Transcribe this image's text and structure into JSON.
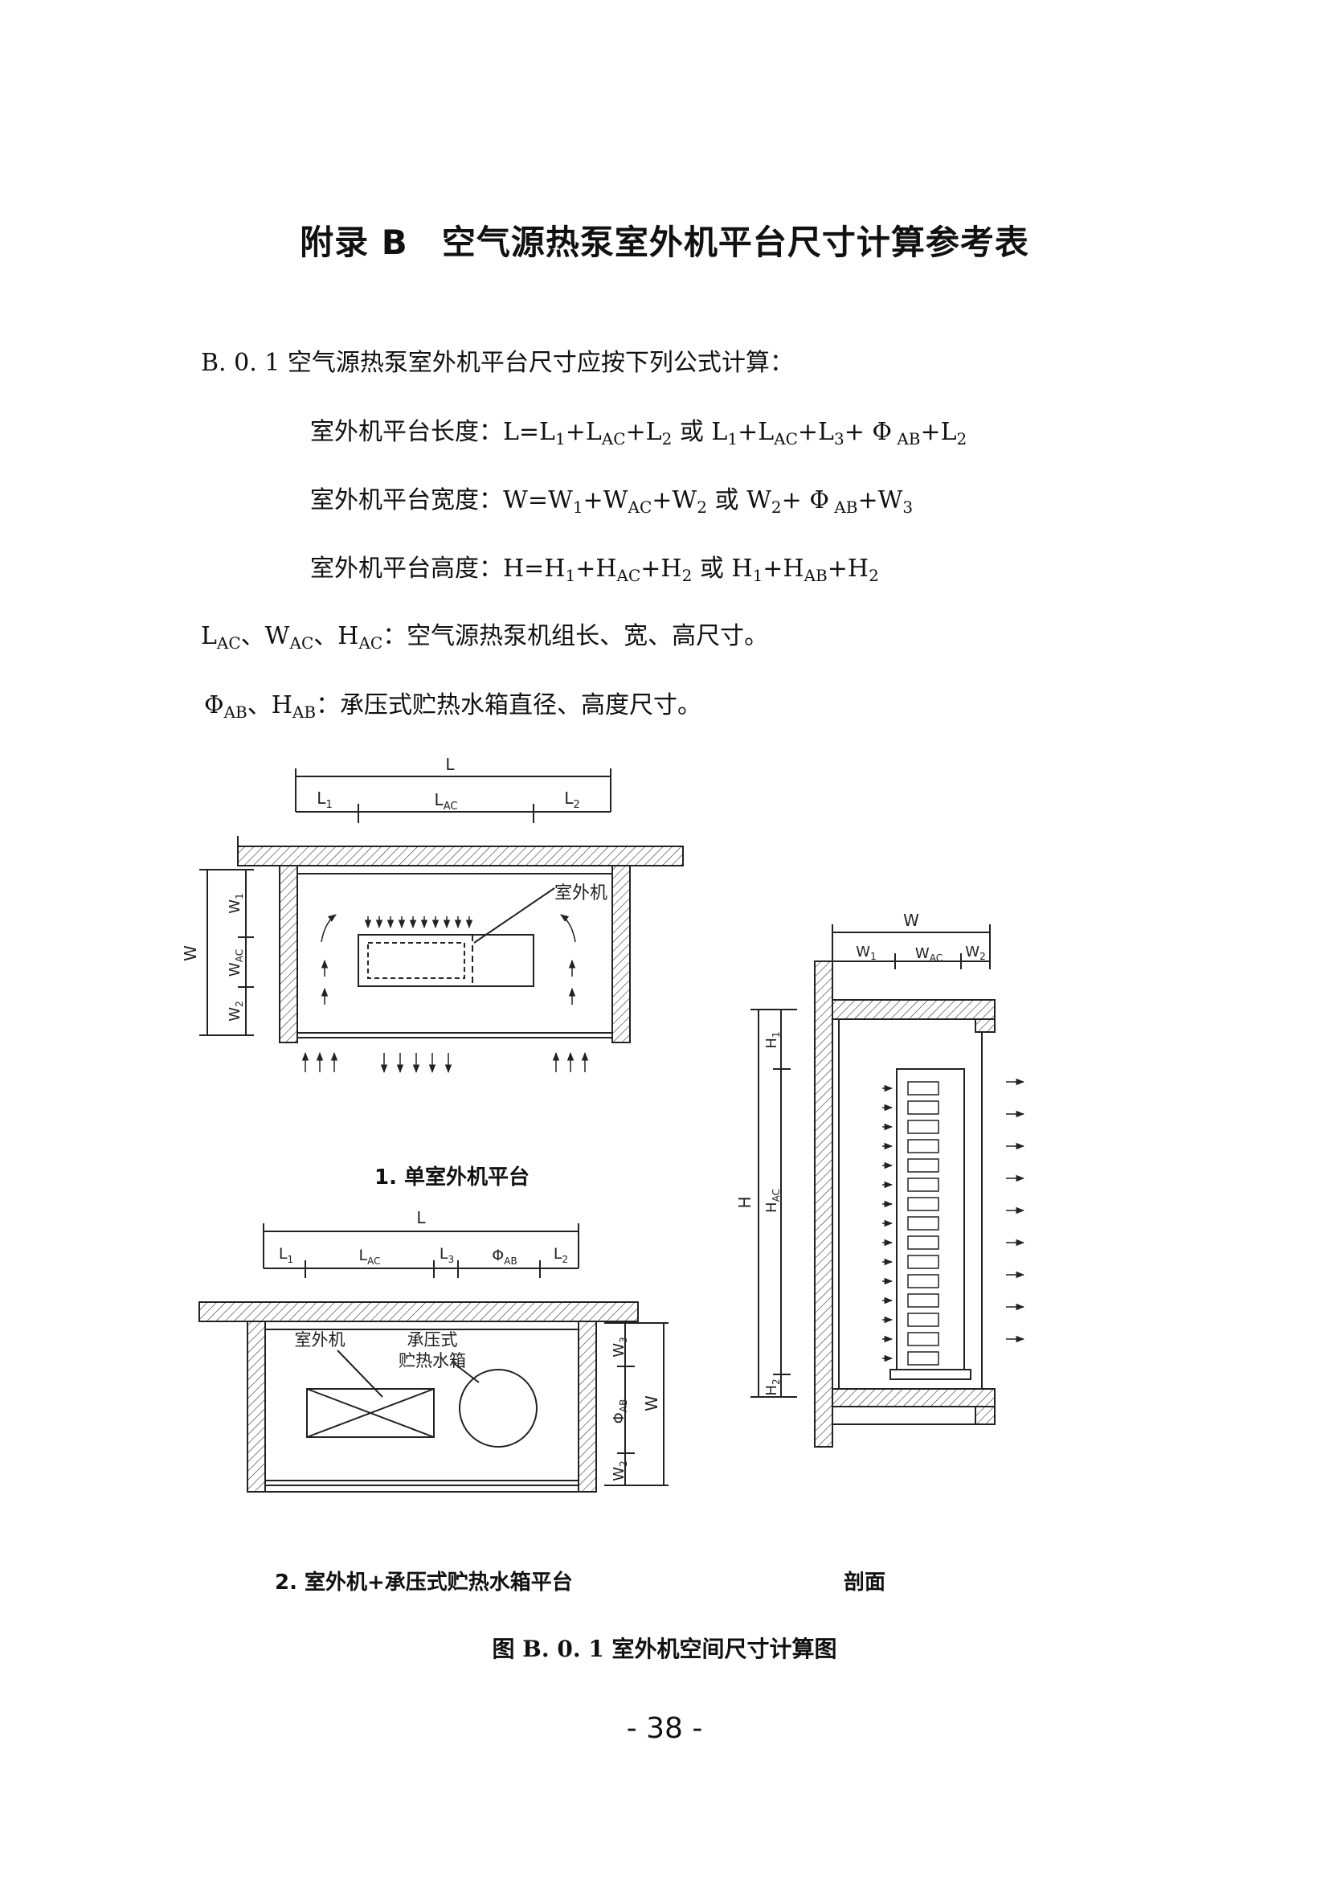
{
  "heading": {
    "prefix": "附录 B",
    "text": "空气源热泵室外机平台尺寸计算参考表"
  },
  "clause": {
    "number": "B. 0. 1",
    "text": "空气源热泵室外机平台尺寸应按下列公式计算："
  },
  "formulas": {
    "length": {
      "label": "室外机平台长度："
    },
    "width": {
      "label": "室外机平台宽度："
    },
    "height": {
      "label": "室外机平台高度："
    },
    "or": "或"
  },
  "notes": {
    "ac_text": "：空气源热泵机组长、宽、高尺寸。",
    "ab_text": "：承压式贮热水箱直径、高度尺寸。"
  },
  "figure": {
    "plan1_caption": "1. 单室外机平台",
    "plan2_caption": "2. 室外机+承压式贮热水箱平台",
    "section_caption": "剖面",
    "figure_caption": "图 B. 0. 1  室外机空间尺寸计算图",
    "labels": {
      "outdoor_unit": "室外机",
      "tank_line1": "承压式",
      "tank_line2": "贮热水箱"
    }
  },
  "page_number": "- 38 -"
}
